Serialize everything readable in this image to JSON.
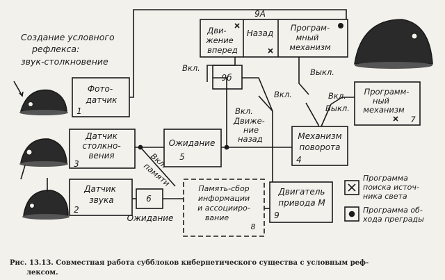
{
  "heading": [
    "Создание условного",
    "рефлекса:",
    "звук-столкновение"
  ],
  "blocks": {
    "photo": [
      "Фото-",
      "датчик",
      "1"
    ],
    "collision": [
      "Датчик",
      "столкно-",
      "вения",
      "3"
    ],
    "sound": [
      "Датчик",
      "звука",
      "2"
    ],
    "wait5": [
      "Ожидание",
      "5"
    ],
    "b6": "6",
    "wait6_label": "Ожидание",
    "memory": [
      "Память-сбор",
      "информации",
      "и ассоцииро-",
      "вание",
      "8"
    ],
    "forward": [
      "Дви-",
      "жение",
      "вперед"
    ],
    "back": "Назад",
    "prog_top": [
      "Програм-",
      "мный",
      "механизм"
    ],
    "label_9a": "9А",
    "label_9b": "9б",
    "turn": [
      "Механизм",
      "поворота",
      "4"
    ],
    "prog7": [
      "Программ-",
      "ный",
      "механизм",
      "7"
    ],
    "motor": [
      "Двигатель",
      "привода М",
      "9"
    ]
  },
  "labels": {
    "vkl1": "Вкл.",
    "vkl2": "Вкл.",
    "vkl3": "Вкл.",
    "vykl1": "Выкл.",
    "vykl2": "Выкл.",
    "vkl_back": [
      "Вкл.",
      "Движе-",
      "ние",
      "назад"
    ],
    "vkl_mem": [
      "Вкл.",
      "памяти"
    ]
  },
  "legend": {
    "cross": [
      "Программа",
      "поиска источ-",
      "ника света"
    ],
    "dot": [
      "Программа об-",
      "хода преграды"
    ]
  },
  "caption": [
    "Рис. 13.13. Совместная работа   субблоков  кибернетического  существа с условным  реф-",
    "лексом."
  ]
}
